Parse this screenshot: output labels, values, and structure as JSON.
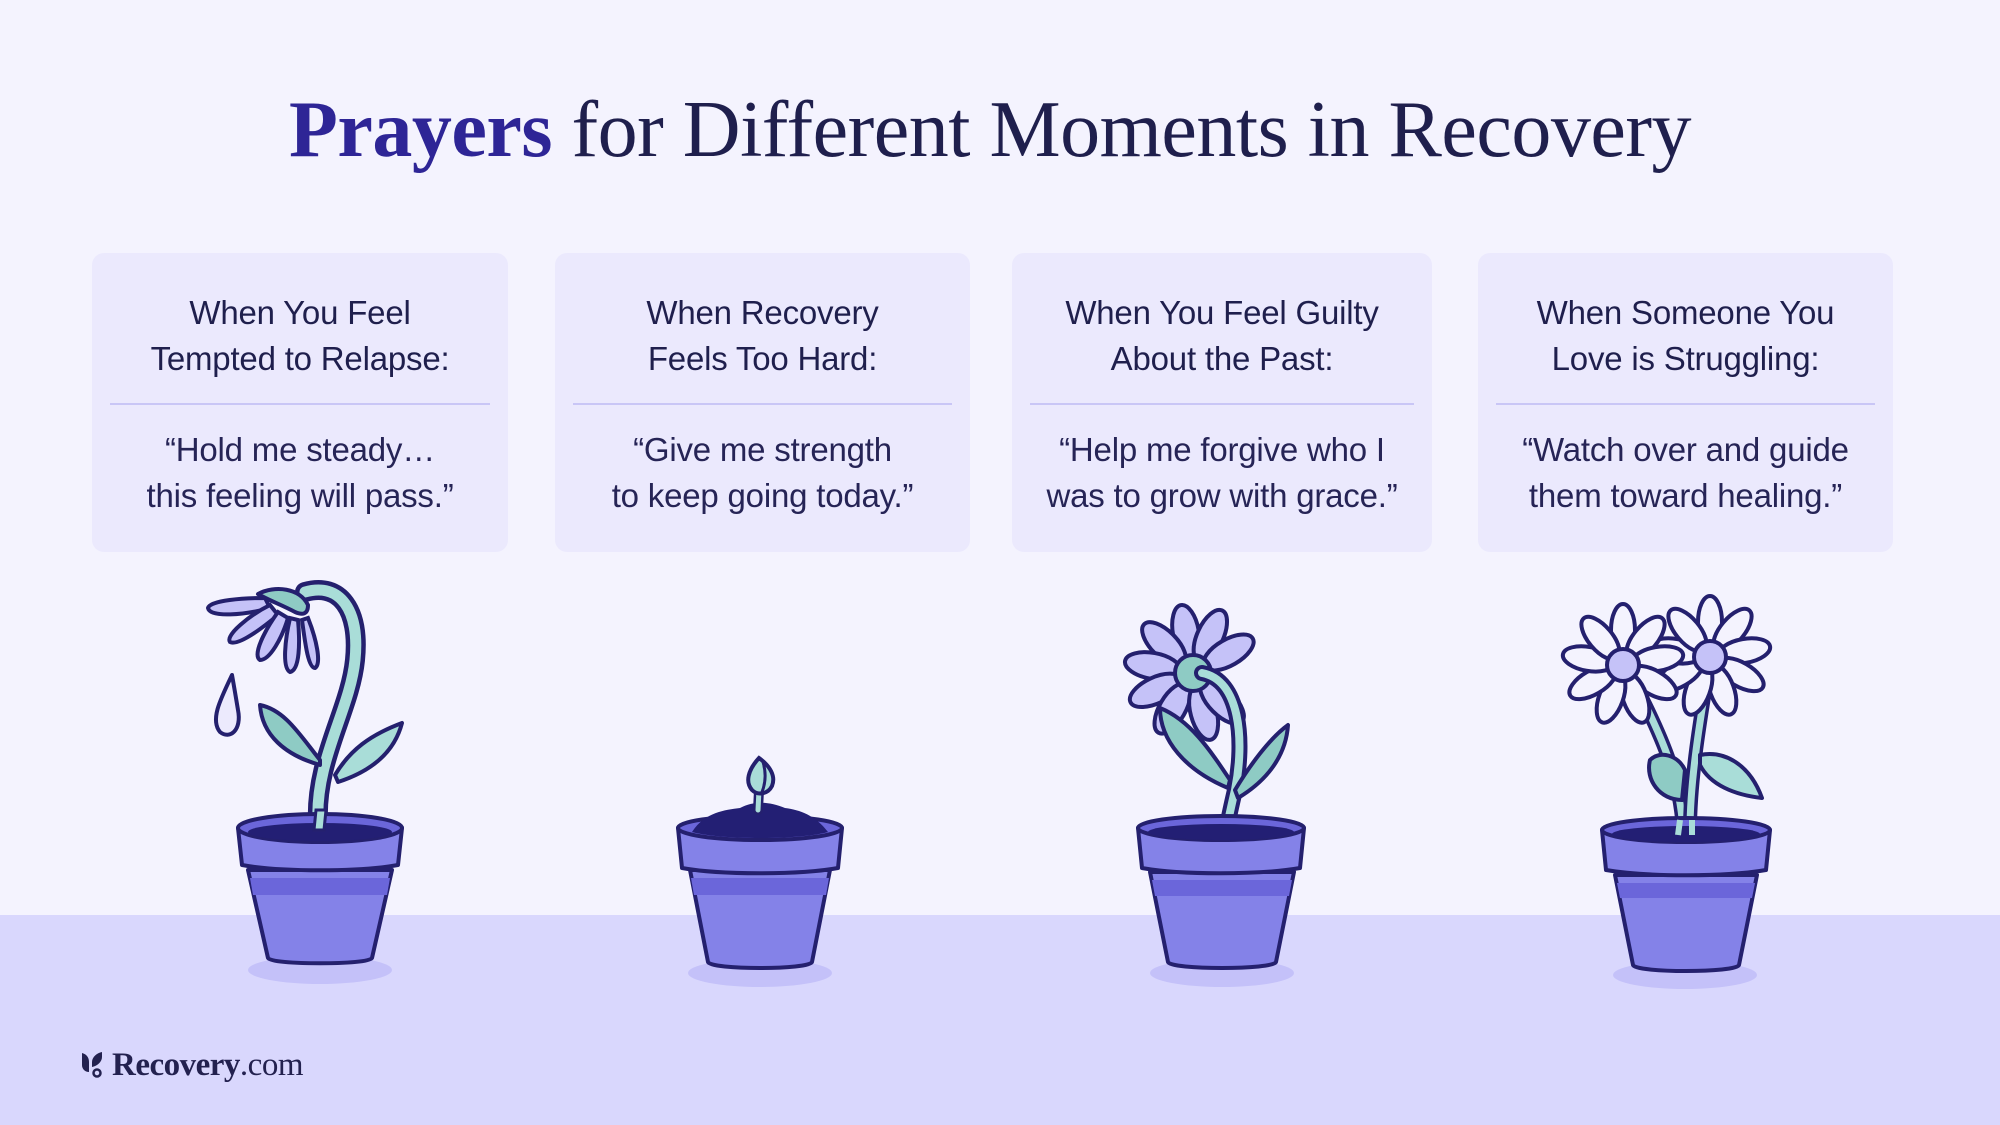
{
  "title": {
    "accent": "Prayers",
    "rest": " for Different Moments in Recovery"
  },
  "cards": [
    {
      "heading_line1": "When You Feel",
      "heading_line2": "Tempted to Relapse:",
      "quote_line1": "“Hold me steady…",
      "quote_line2": "this feeling will pass.”",
      "illustration": "wilting-flower-in-pot"
    },
    {
      "heading_line1": "When Recovery",
      "heading_line2": "Feels Too Hard:",
      "quote_line1": "“Give me strength",
      "quote_line2": "to keep going today.”",
      "illustration": "sprout-in-pot"
    },
    {
      "heading_line1": "When You Feel Guilty",
      "heading_line2": "About the Past:",
      "quote_line1": "“Help me forgive who I",
      "quote_line2": "was to grow with grace.”",
      "illustration": "recovering-flower-in-pot"
    },
    {
      "heading_line1": "When Someone You",
      "heading_line2": "Love is Struggling:",
      "quote_line1": "“Watch over and guide",
      "quote_line2": "them toward healing.”",
      "illustration": "two-blooming-flowers-in-pot"
    }
  ],
  "logo": {
    "brand": "Recovery",
    "tld": ".com"
  },
  "colors": {
    "background": "#F4F3FE",
    "band": "#D9D7FD",
    "card": "#EBE9FD",
    "title_accent": "#2E2596",
    "text": "#1F1F4D",
    "pot_body": "#8482E8",
    "pot_stripe": "#6B66DA",
    "outline": "#24206E",
    "petal": "#C5C2F8",
    "leaf": "#A9DDD8"
  }
}
